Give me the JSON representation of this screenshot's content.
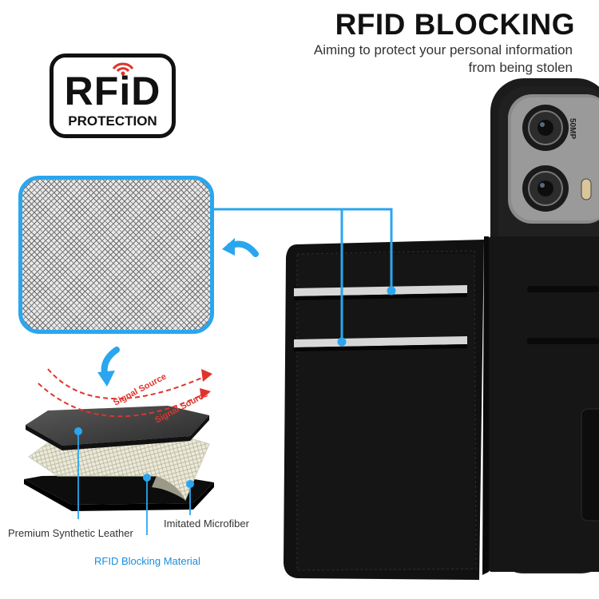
{
  "header": {
    "title": "RFID BLOCKING",
    "subtitle_line1": "Aiming to protect your personal information",
    "subtitle_line2": "from being stolen"
  },
  "badge": {
    "rfid_text": "RFiD",
    "protection_text": "PROTECTION"
  },
  "diagram": {
    "signal_label_1": "Signal Source",
    "signal_label_2": "Signal Source",
    "layer_labels": {
      "premium": "Premium Synthetic Leather",
      "microfiber": "Imitated Microfiber",
      "blocking": "RFID Blocking Material"
    }
  },
  "camera": {
    "mp_text": "50MP"
  },
  "colors": {
    "accent_blue": "#2aa6ef",
    "signal_red": "#e0332b",
    "wallet_black": "#141414"
  }
}
